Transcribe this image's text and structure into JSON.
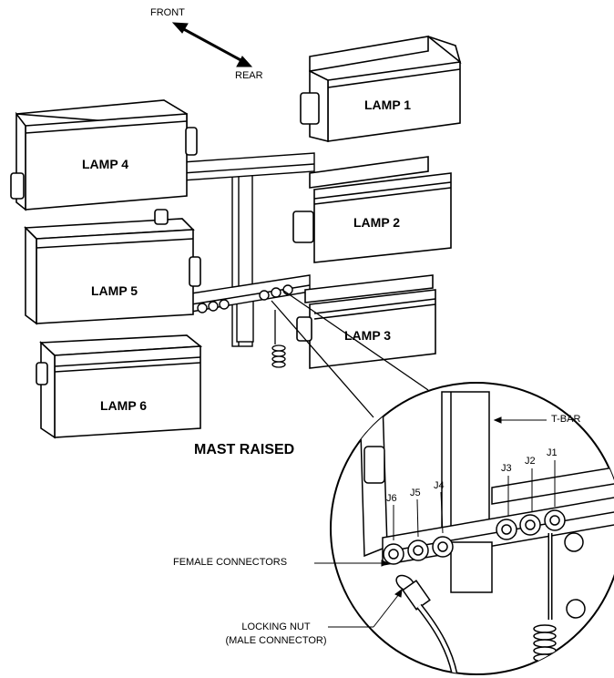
{
  "orientation": {
    "front": "FRONT",
    "rear": "REAR"
  },
  "lamps": [
    "LAMP 1",
    "LAMP 2",
    "LAMP 3",
    "LAMP 4",
    "LAMP 5",
    "LAMP 6"
  ],
  "title": "MAST RAISED",
  "callouts": {
    "tbar": "T-BAR",
    "female_connectors": "FEMALE CONNECTORS",
    "locking_nut_line1": "LOCKING NUT",
    "locking_nut_line2": "(MALE CONNECTOR)"
  },
  "jacks": [
    "J1",
    "J2",
    "J3",
    "J4",
    "J5",
    "J6"
  ]
}
